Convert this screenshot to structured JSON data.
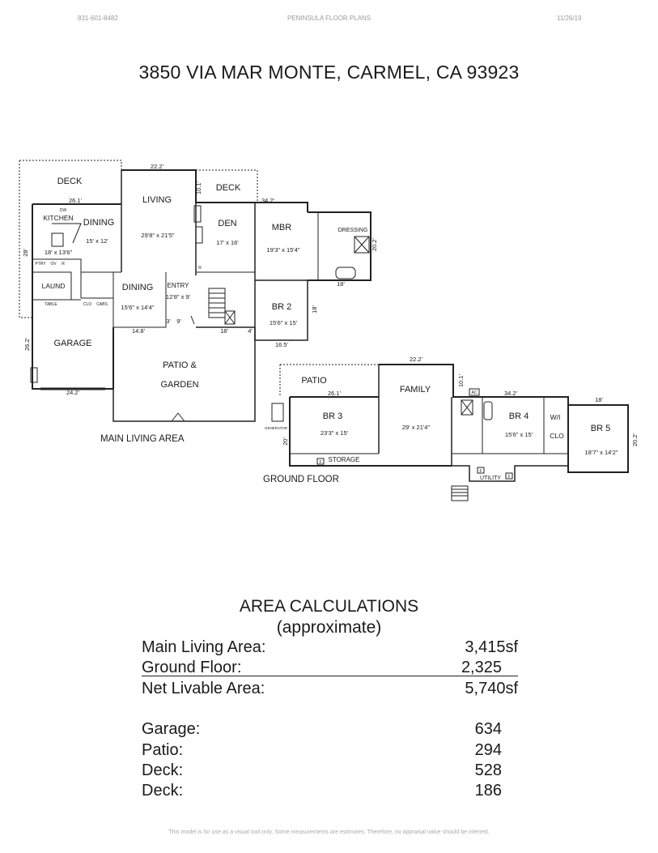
{
  "header": {
    "phone": "831-601-8482",
    "company": "PENINSULA FLOOR PLANS",
    "date": "11/26/19"
  },
  "title": "3850 VIA MAR MONTE, CARMEL, CA  93923",
  "plan": {
    "main": {
      "caption": "MAIN LIVING AREA",
      "rooms": {
        "deck1": "DECK",
        "living": "LIVING",
        "living_dim": "29'8\" x 21'5\"",
        "deck2": "DECK",
        "kitchen": "KITCHEN",
        "kitchen_dim": "18' x 13'6\"",
        "dining1": "DINING",
        "dining1_dim": "15' x 12'",
        "den": "DEN",
        "den_dim": "17' x 16'",
        "mbr": "MBR",
        "mbr_dim": "19'3\" x 15'4\"",
        "dressing": "DRESSING",
        "laund": "LAUND",
        "dining2": "DINING",
        "dining2_dim": "15'6\" x 14'4\"",
        "entry": "ENTRY",
        "entry_dim": "12'8\" x 9'",
        "br2": "BR 2",
        "br2_dim": "15'6\" x 15'",
        "garage": "GARAGE",
        "patio_garden_1": "PATIO &",
        "patio_garden_2": "GARDEN"
      },
      "small": {
        "dw": "DW",
        "r": "R",
        "ptry": "PTRY",
        "ov": "OV",
        "clo": "CLO",
        "cabs": "CABS",
        "table": "TABLE",
        "r2": "R"
      },
      "dims": {
        "d222": "22.2'",
        "d261": "26.1'",
        "d101": "10.1'",
        "d342": "34.2'",
        "d28": "28'",
        "d202": "20.2'",
        "d18a": "18'",
        "d18b": "18'",
        "d18c": "18'",
        "d262": "26.2'",
        "d148": "14.8'",
        "d3": "3'",
        "d9": "9'",
        "d4": "4'",
        "d165": "16.5'",
        "d242": "24.2'"
      }
    },
    "ground": {
      "caption": "GROUND FLOOR",
      "rooms": {
        "patio": "PATIO",
        "family": "FAMILY",
        "family_dim": "29' x 21'4\"",
        "br3": "BR 3",
        "br3_dim": "23'3\" x 15'",
        "br4": "BR 4",
        "br4_dim": "15'6\" x 15'",
        "wi": "W/I",
        "wi_clo": "CLO",
        "br5": "BR 5",
        "br5_dim": "18'7\" x 14'2\"",
        "storage": "STORAGE",
        "utility": "UTILITY",
        "generator": "GENERATOR"
      },
      "small": {
        "ac": "AC",
        "f1": "F",
        "f2": "F",
        "f3": "F"
      },
      "dims": {
        "g222": "22.2'",
        "g261": "26.1'",
        "g101": "10.1'",
        "g342": "34.2'",
        "g18": "18'",
        "g20": "20'",
        "g202": "20.2'"
      }
    }
  },
  "area": {
    "title": "AREA CALCULATIONS",
    "subtitle": "(approximate)",
    "rows": [
      {
        "label": "Main Living Area:",
        "value": "3,415sf"
      },
      {
        "label": "Ground Floor:",
        "value": "2,325"
      },
      {
        "label": "Net Livable Area:",
        "value": "5,740sf"
      },
      {
        "label": "Garage:",
        "value": "634"
      },
      {
        "label": "Patio:",
        "value": "294"
      },
      {
        "label": "Deck:",
        "value": "528"
      },
      {
        "label": "Deck:",
        "value": "186"
      }
    ]
  },
  "footer": "This model is for use as a visual tool only.  Some measurements are estimates.  Therefore, no appraisal value should be inferred."
}
